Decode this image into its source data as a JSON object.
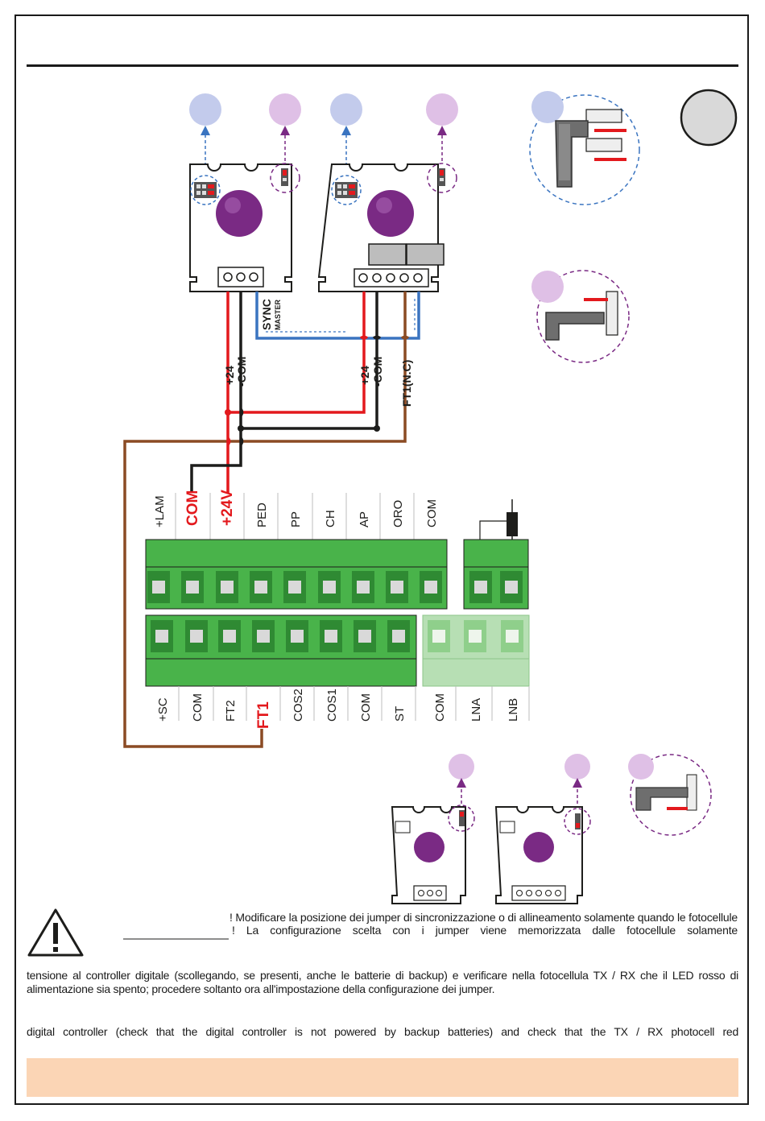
{
  "colors": {
    "red": "#e3191d",
    "black": "#1d1d1b",
    "blue": "#3a74c0",
    "brown": "#8b4b24",
    "green": "#49b34a",
    "green_light": "#b7dfb4",
    "purple": "#7a2a84",
    "lilac": "#dfc0e6",
    "lavender": "#c3cbec",
    "orange_band": "#fbd5b5",
    "grey_badge": "#d9d9d9"
  },
  "icons": {
    "warning": "warning-triangle-icon"
  },
  "labels": {
    "sync": "SYNC",
    "master": "MASTER",
    "plus24_left": "+24",
    "com_left": "-COM",
    "plus24_right": "+24",
    "com_right": "-COM",
    "ft1_nc": "FT1(N.C)"
  },
  "terminals": {
    "top": [
      "+LAM",
      "COM",
      "+24V",
      "PED",
      "PP",
      "CH",
      "AP",
      "ORO",
      "COM"
    ],
    "bottom": [
      "+SC",
      "COM",
      "FT2",
      "FT1",
      "COS2",
      "COS1",
      "COM",
      "ST",
      "COM",
      "LNA",
      "LNB"
    ]
  },
  "warning": {
    "line1": "! Modificare la posizione dei jumper di sincronizzazione o di allineamento solamente quando le fotocellule",
    "line2": "! La configurazione scelta con i jumper viene memorizzata dalle fotocellule solamente"
  },
  "paragraphs": {
    "it": "tensione al controller digitale (scollegando, se presenti, anche le batterie di backup) e verificare nella fotocellula TX / RX che il LED rosso di alimentazione sia spento; procedere soltanto ora all'impostazione della configurazione dei jumper.",
    "en": "digital controller (check that the digital controller is not powered by backup batteries) and check that the TX / RX photocell red"
  }
}
